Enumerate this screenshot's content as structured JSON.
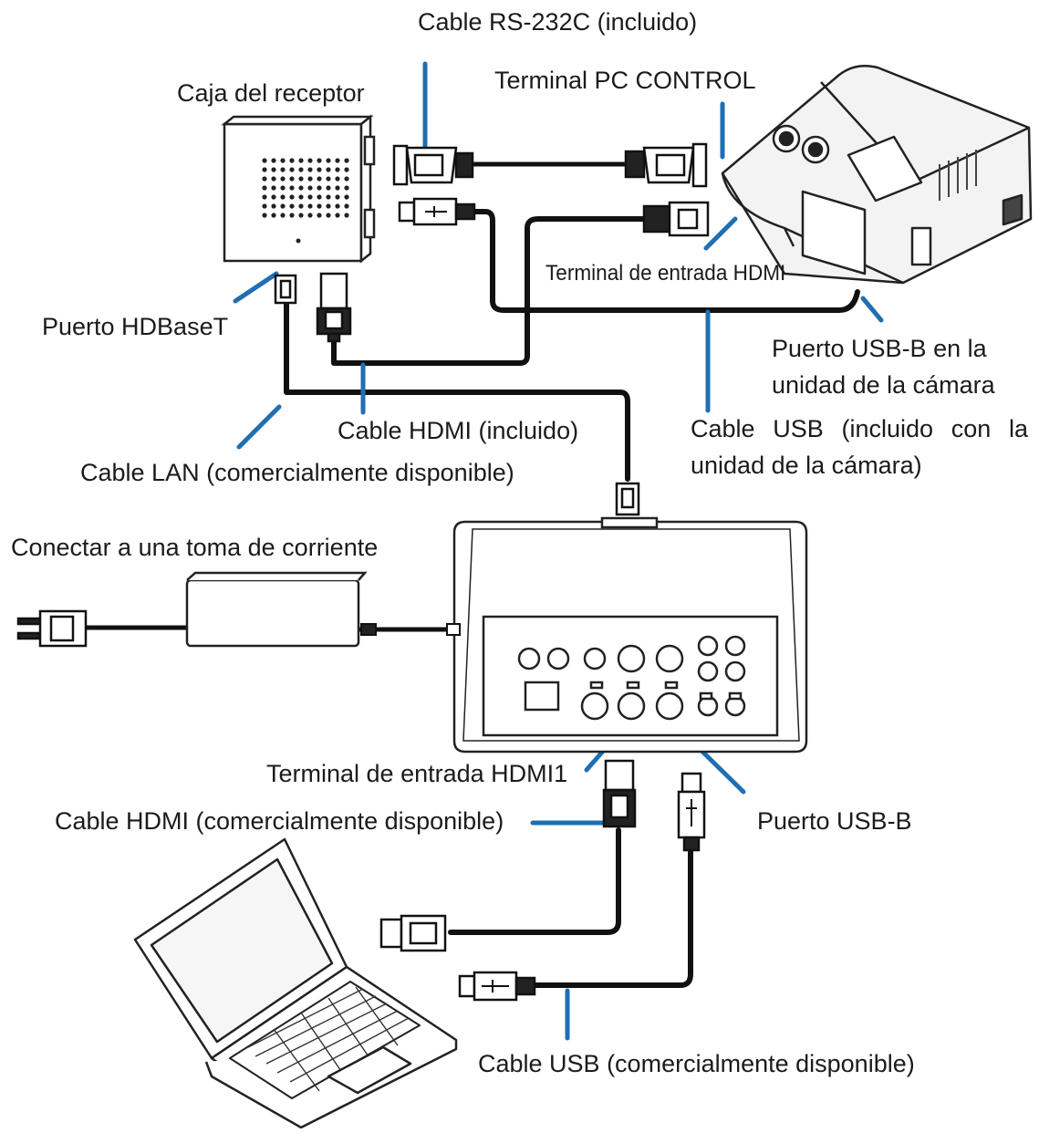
{
  "colors": {
    "leader": "#1f6fb2",
    "cable": "#111111",
    "device_fill": "#ffffff",
    "device_stroke": "#222222",
    "projector_fill": "#f2f2f2"
  },
  "devices": {
    "receiver_box": "receiver-box",
    "projector": "projector-icon",
    "transmitter": "transmitter-box",
    "power_adapter": "power-adapter",
    "laptop": "laptop-icon"
  },
  "labels": {
    "rs232": "Cable RS-232C (incluido)",
    "pc_control": "Terminal PC CONTROL",
    "receiver": "Caja del receptor",
    "hdmi_in": "Terminal de entrada HDMI",
    "hdbaset": "Puerto HDBaseT",
    "usbb_cam_1": "Puerto USB-B en la",
    "usbb_cam_2": "unidad de la cámara",
    "hdmi_included": "Cable HDMI (incluido)",
    "usb_cam_1": "Cable USB (incluido con la",
    "usb_cam_2": "unidad de la cámara)",
    "lan": "Cable LAN (comercialmente disponible)",
    "power": "Conectar a una toma de corriente",
    "hdmi1": "Terminal de entrada HDMI1",
    "hdmi_commercial": "Cable HDMI (comercialmente disponible)",
    "usbb": "Puerto USB-B",
    "usb_commercial": "Cable USB (comercialmente disponible)"
  }
}
